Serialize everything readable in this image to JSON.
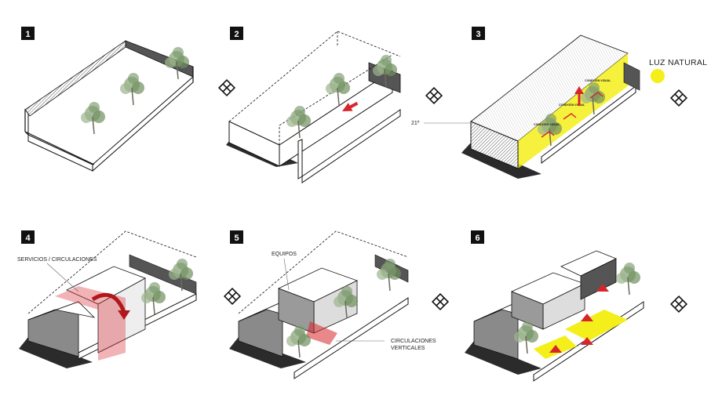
{
  "panels": [
    {
      "number": "1"
    },
    {
      "number": "2"
    },
    {
      "number": "3",
      "sun_label": "LUZ NATURAL",
      "angle_label": "21º",
      "visual_labels": [
        "CONEXIÓN VISUAL",
        "CONEXIÓN VISUAL",
        "CONEXIÓN VISUAL"
      ]
    },
    {
      "number": "4",
      "label": "SERVICIOS / CIRCULACIONES"
    },
    {
      "number": "5",
      "labels": {
        "equipment": "EQUIPOS",
        "vertical_1": "CIRCULACIONES",
        "vertical_2": "VERTICALES"
      }
    },
    {
      "number": "6"
    }
  ],
  "colors": {
    "badge": "#111111",
    "accent_red": "#d6262b",
    "light_yellow": "#f4ef1a",
    "sun": "#f4ef1a",
    "shadow": "#2b2b2b",
    "tree": "#7a9a6a"
  },
  "icons": [
    "window-grid-icon",
    "tree-icon",
    "arrow-icon",
    "sun-icon"
  ]
}
